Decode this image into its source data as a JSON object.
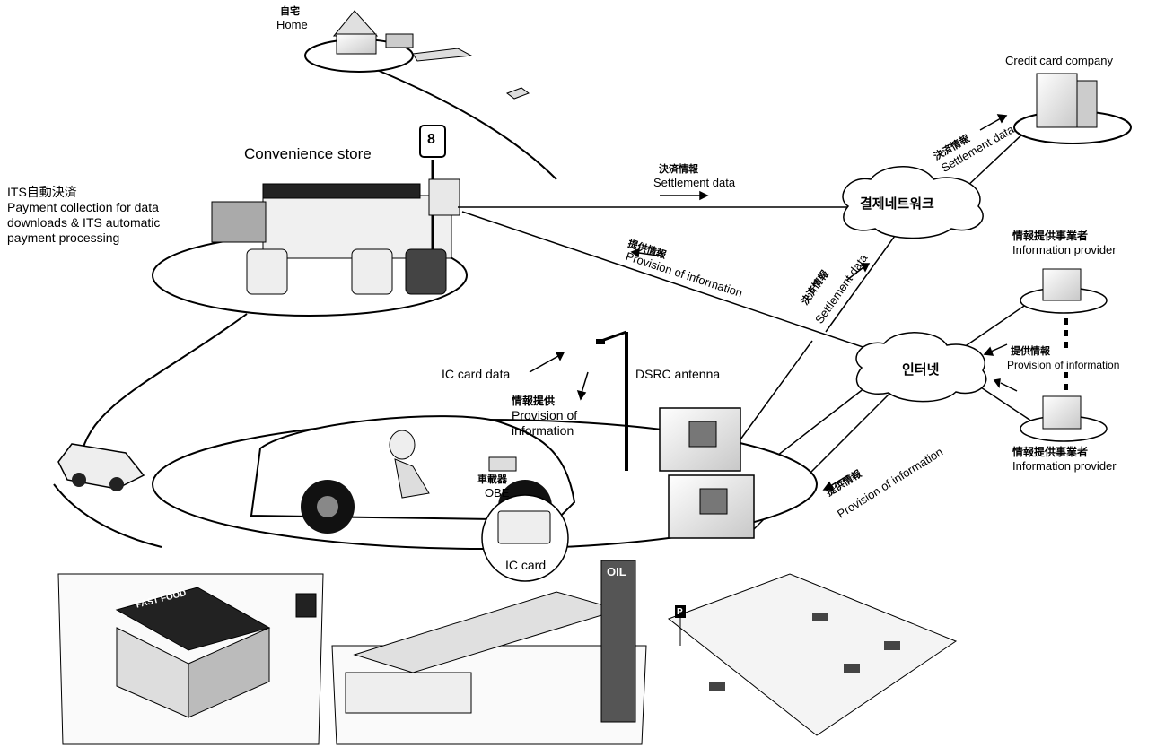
{
  "home": {
    "jp": "自宅",
    "en": "Home"
  },
  "convenience_store": {
    "title": "Convenience store"
  },
  "its_payment": {
    "jp": "ITS自動決済",
    "line1": "Payment collection for data",
    "line2": "downloads & ITS automatic",
    "line3": "payment processing"
  },
  "settlement_top": {
    "jp": "決済情報",
    "en": "Settlement data"
  },
  "settlement_network": {
    "label": "결제네트워크"
  },
  "settlement_to_card": {
    "jp": "決済情報",
    "en": "Settlement data"
  },
  "settlement_vertical": {
    "jp": "決済情報",
    "en": "Settlement data"
  },
  "credit_card_company": {
    "label": "Credit card company"
  },
  "provision_store": {
    "jp": "提供情報",
    "en": "Provision of information"
  },
  "info_provider_top": {
    "jp": "情報提供事業者",
    "en": "Information provider"
  },
  "info_provider_bottom": {
    "jp": "情報提供事業者",
    "en": "Information provider"
  },
  "provision_right": {
    "jp": "提供情報",
    "en": "Provision of information"
  },
  "internet": {
    "label": "인터넷"
  },
  "provision_car": {
    "jp": "提供情報",
    "en": "Provision of information"
  },
  "ic_card_data": {
    "label": "IC card data"
  },
  "dsrc_antenna": {
    "label": "DSRC antenna"
  },
  "info_provision": {
    "jp": "情報提供",
    "en1": "Provision of",
    "en2": "information"
  },
  "obe": {
    "jp": "車載器",
    "en": "OBE"
  },
  "ic_card": {
    "label": "IC card"
  },
  "sign_8": "8",
  "oil_sign": "OIL",
  "fast_food_sign": "FAST FOOD",
  "parking_sign": "P",
  "colors": {
    "line": "#000000",
    "fill": "#ffffff",
    "shade": "#d8d8d8",
    "dark": "#333333"
  }
}
